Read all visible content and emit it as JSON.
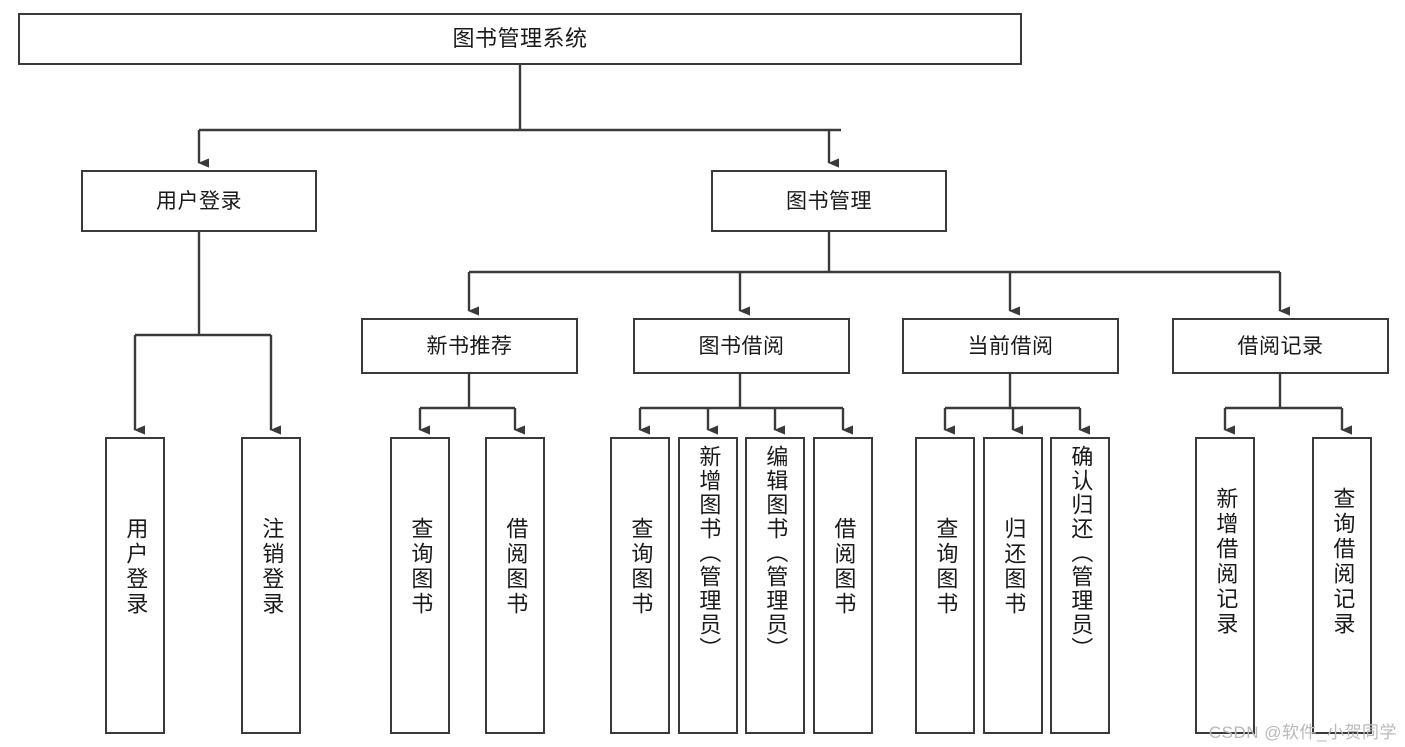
{
  "diagram": {
    "title": "图书管理系统",
    "type": "hierarchy-tree",
    "watermark": "CSDN @软件_小贺同学",
    "colors": {
      "box_border": "#3a3a3a",
      "box_fill": "#ffffff",
      "edge": "#3a3a3a",
      "text": "#1a1a1a",
      "watermark": "#b9b9b9"
    },
    "nodes": {
      "root": {
        "label": "图书管理系统"
      },
      "level2": [
        {
          "id": "user-login",
          "label": "用户登录"
        },
        {
          "id": "book-manage",
          "label": "图书管理"
        }
      ],
      "level3": [
        {
          "id": "new-book-recommend",
          "label": "新书推荐"
        },
        {
          "id": "book-borrow",
          "label": "图书借阅"
        },
        {
          "id": "current-borrow",
          "label": "当前借阅"
        },
        {
          "id": "borrow-record",
          "label": "借阅记录"
        }
      ],
      "leaves": {
        "user-login": [
          {
            "id": "leaf-user-login",
            "label": "用户登录"
          },
          {
            "id": "leaf-user-logout",
            "label": "注销登录"
          }
        ],
        "new-book-recommend": [
          {
            "id": "leaf-query-book-1",
            "label": "查询图书"
          },
          {
            "id": "leaf-borrow-book-1",
            "label": "借阅图书"
          }
        ],
        "book-borrow": [
          {
            "id": "leaf-query-book-2",
            "label": "查询图书"
          },
          {
            "id": "leaf-add-book",
            "label": "新增图书（管理员）"
          },
          {
            "id": "leaf-edit-book",
            "label": "编辑图书（管理员）"
          },
          {
            "id": "leaf-borrow-book-2",
            "label": "借阅图书"
          }
        ],
        "current-borrow": [
          {
            "id": "leaf-query-book-3",
            "label": "查询图书"
          },
          {
            "id": "leaf-return-book",
            "label": "归还图书"
          },
          {
            "id": "leaf-confirm-return",
            "label": "确认归还（管理员）"
          }
        ],
        "borrow-record": [
          {
            "id": "leaf-add-record",
            "label": "新增借阅记录"
          },
          {
            "id": "leaf-query-record",
            "label": "查询借阅记录"
          }
        ]
      }
    }
  }
}
